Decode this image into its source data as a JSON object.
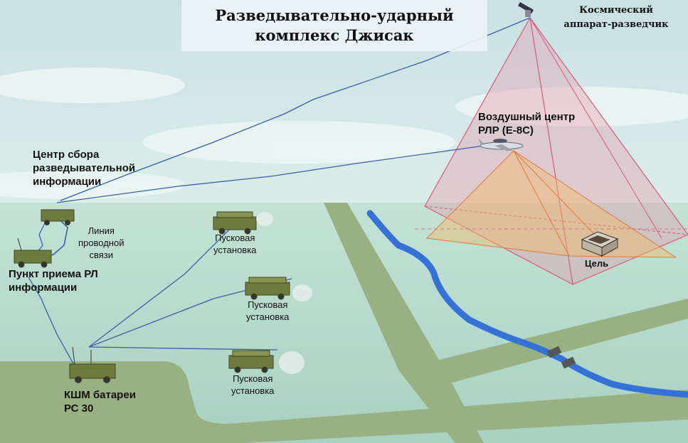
{
  "title": {
    "line1": "Разведывательно-ударный",
    "line2": "комплекс Джисак"
  },
  "labels": {
    "satellite": [
      "Космический",
      "аппарат-разведчик"
    ],
    "air_center": [
      "Воздушный центр",
      "РЛР (Е-8С)"
    ],
    "collection_center": [
      "Центр сбора",
      "разведывательной",
      "информации"
    ],
    "wire_line": [
      "Линия",
      "проводной",
      "связи"
    ],
    "reception_point": [
      "Пункт приема РЛ",
      "информации"
    ],
    "launcher_1": [
      "Пусковая",
      "установка"
    ],
    "launcher_2": [
      "Пусковая",
      "установка"
    ],
    "launcher_3": [
      "Пусковая",
      "установка"
    ],
    "command_post": [
      "КШМ батареи",
      "РС 30"
    ],
    "target": "Цель"
  },
  "colors": {
    "sky": "#cfe4e6",
    "ground": "#b7d9cc",
    "road": "#93ab7c",
    "river": "#2f6fd6",
    "pyramid": "#e98fa6",
    "radar_cone": "#f1b86a",
    "vehicle": "#6f7a3e",
    "link": "#3b5fa8"
  }
}
